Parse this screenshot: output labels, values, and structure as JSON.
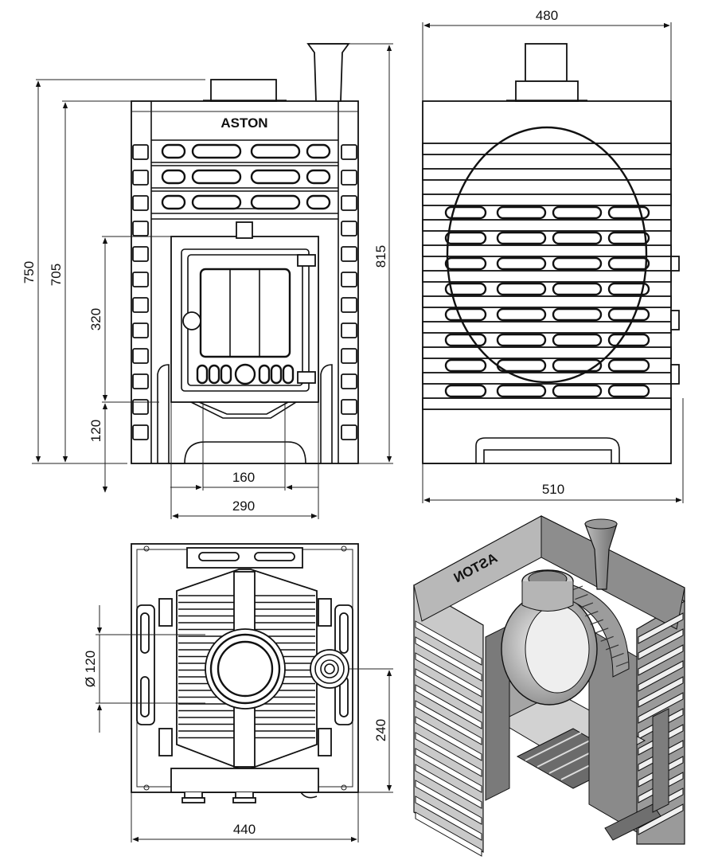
{
  "brand": {
    "logo_text": "ASTON"
  },
  "dimensions": {
    "front_height_total": "750",
    "front_height_body": "705",
    "door_height": "320",
    "base_height": "120",
    "door_inner_width": "160",
    "door_outer_width": "290",
    "chimney_height": "815",
    "side_top_width": "480",
    "side_bottom_width": "510",
    "flue_diameter": "Ø 120",
    "flue_offset": "240",
    "plan_width": "440"
  },
  "views": [
    "front-view",
    "side-view",
    "top-view",
    "cutaway-isometric-view"
  ],
  "colors": {
    "line": "#111111",
    "steel_light": "#d9d9d9",
    "steel_mid": "#a8a8a8",
    "steel_dark": "#555555"
  }
}
